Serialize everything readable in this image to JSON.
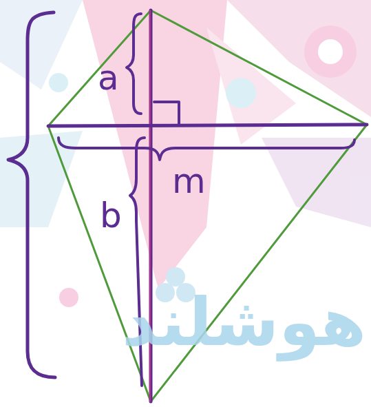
{
  "diagram": {
    "labels": [
      "a",
      "b",
      "m",
      "هوشلند"
    ]
  }
}
